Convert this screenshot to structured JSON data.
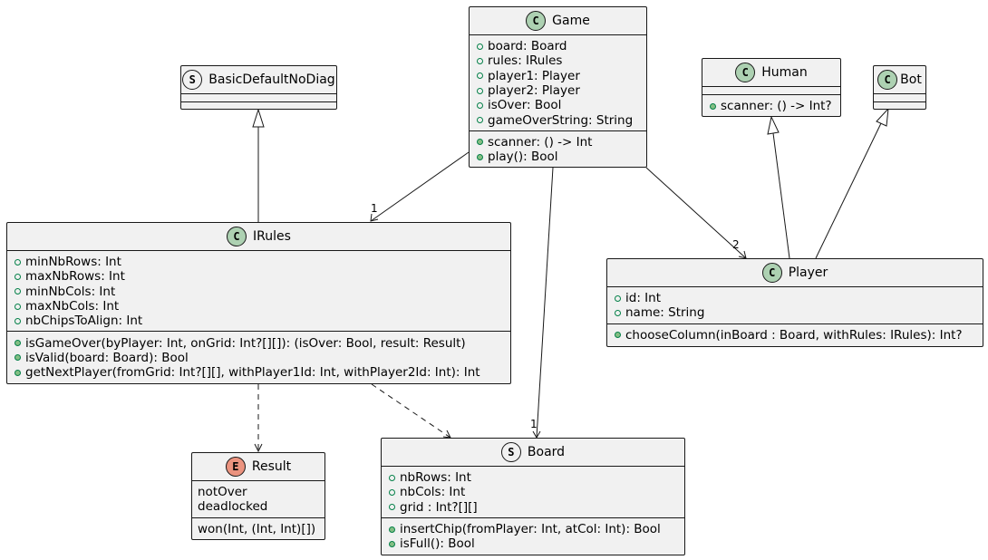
{
  "classes": {
    "game": {
      "badge": "C",
      "badge_color": "#add1b2",
      "name": "Game",
      "fields": [
        "board: Board",
        "rules: IRules",
        "player1: Player",
        "player2: Player",
        "isOver: Bool",
        "gameOverString: String"
      ],
      "methods": [
        "scanner: () -> Int",
        "play(): Bool"
      ]
    },
    "basic": {
      "badge": "S",
      "badge_color": "#f1f1f1",
      "name": "BasicDefaultNoDiag"
    },
    "human": {
      "badge": "C",
      "badge_color": "#add1b2",
      "name": "Human",
      "methods": [
        "scanner: () -> Int?"
      ]
    },
    "bot": {
      "badge": "C",
      "badge_color": "#add1b2",
      "name": "Bot"
    },
    "irules": {
      "badge": "C",
      "badge_color": "#add1b2",
      "name": "IRules",
      "fields": [
        "minNbRows: Int",
        "maxNbRows: Int",
        "minNbCols: Int",
        "maxNbCols: Int",
        "nbChipsToAlign: Int"
      ],
      "methods": [
        "isGameOver(byPlayer: Int, onGrid: Int?[][]): (isOver: Bool, result: Result)",
        "isValid(board: Board): Bool",
        "getNextPlayer(fromGrid: Int?[][], withPlayer1Id: Int, withPlayer2Id: Int): Int"
      ]
    },
    "player": {
      "badge": "C",
      "badge_color": "#add1b2",
      "name": "Player",
      "fields": [
        "id: Int",
        "name: String"
      ],
      "methods": [
        "chooseColumn(inBoard : Board, withRules: IRules): Int?"
      ]
    },
    "result": {
      "badge": "E",
      "badge_color": "#eb937f",
      "name": "Result",
      "values": [
        "notOver",
        "deadlocked"
      ],
      "methods": [
        "won(Int, (Int, Int)[])"
      ]
    },
    "board": {
      "badge": "S",
      "badge_color": "#f1f1f1",
      "name": "Board",
      "fields": [
        "nbRows: Int",
        "nbCols: Int",
        "grid : Int?[][]"
      ],
      "methods": [
        "insertChip(fromPlayer: Int, atCol: Int): Bool",
        "isFull(): Bool"
      ]
    }
  },
  "multiplicities": {
    "game_irules": "1",
    "game_player": "2",
    "game_board": "1"
  }
}
